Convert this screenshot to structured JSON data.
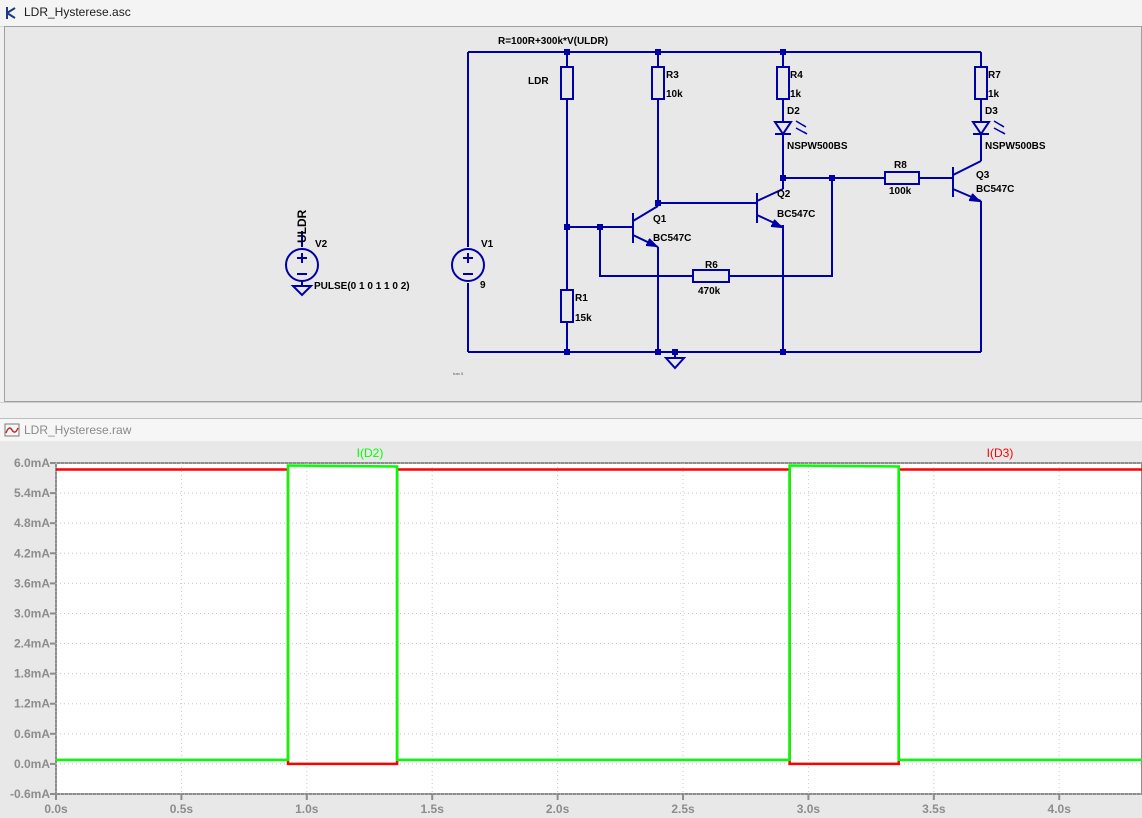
{
  "schematic_window": {
    "title": "LDR_Hysterese.asc",
    "directive": "R=100R+300k*V(ULDR)",
    "small_label": "tran 5",
    "components": {
      "ldr": {
        "name": "LDR"
      },
      "r1": {
        "name": "R1",
        "value": "15k"
      },
      "r3": {
        "name": "R3",
        "value": "10k"
      },
      "r4": {
        "name": "R4",
        "value": "1k"
      },
      "r6": {
        "name": "R6",
        "value": "470k"
      },
      "r7": {
        "name": "R7",
        "value": "1k"
      },
      "r8": {
        "name": "R8",
        "value": "100k"
      },
      "d2": {
        "name": "D2",
        "value": "NSPW500BS"
      },
      "d3": {
        "name": "D3",
        "value": "NSPW500BS"
      },
      "q1": {
        "name": "Q1",
        "value": "BC547C"
      },
      "q2": {
        "name": "Q2",
        "value": "BC547C"
      },
      "q3": {
        "name": "Q3",
        "value": "BC547C"
      },
      "v1": {
        "name": "V1",
        "value": "9"
      },
      "v2": {
        "name": "V2",
        "value": "PULSE(0 1 0 1 1 0 2)",
        "net": "ULDR"
      }
    }
  },
  "waveform_window": {
    "title": "LDR_Hysterese.raw",
    "colors": {
      "I(D2)": "#00ff00",
      "I(D3)": "#ff0000",
      "grid": "#c8c8c8",
      "axis": "#8c8c8c"
    },
    "chart_data": {
      "type": "line",
      "x_label": "",
      "y_label": "",
      "x_ticks": [
        "0.0s",
        "0.5s",
        "1.0s",
        "1.5s",
        "2.0s",
        "2.5s",
        "3.0s",
        "3.5s",
        "4.0s"
      ],
      "y_ticks": [
        "6.0mA",
        "5.4mA",
        "4.8mA",
        "4.2mA",
        "3.6mA",
        "3.0mA",
        "2.4mA",
        "1.8mA",
        "1.2mA",
        "0.6mA",
        "0.0mA",
        "-0.6mA"
      ],
      "xlim": [
        0.0,
        4.33
      ],
      "ylim": [
        -0.6,
        6.0
      ],
      "series": [
        {
          "name": "I(D2)",
          "x": [
            0.0,
            0.925,
            0.925,
            1.36,
            1.36,
            2.925,
            2.925,
            3.36,
            3.36,
            4.33
          ],
          "y": [
            0.08,
            0.08,
            5.95,
            5.93,
            0.08,
            0.08,
            5.95,
            5.93,
            0.08,
            0.08
          ]
        },
        {
          "name": "I(D3)",
          "x": [
            0.0,
            0.925,
            0.925,
            1.36,
            1.36,
            2.925,
            2.925,
            3.36,
            3.36,
            4.33
          ],
          "y": [
            5.87,
            5.87,
            0.0,
            0.0,
            5.87,
            5.87,
            0.0,
            0.0,
            5.87,
            5.87
          ]
        }
      ]
    }
  }
}
